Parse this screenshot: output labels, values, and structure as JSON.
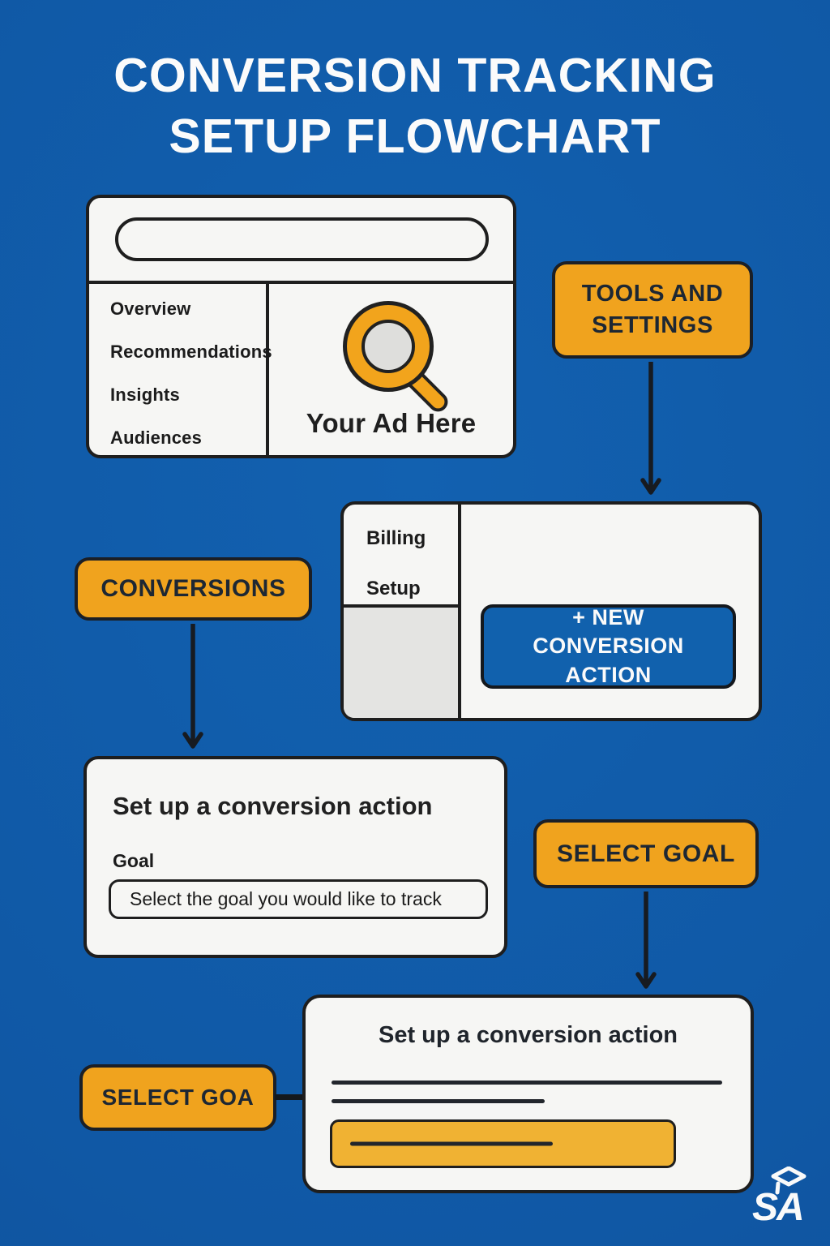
{
  "title": {
    "line1": "CONVERSION TRACKING",
    "line2": "SETUP FLOWCHART"
  },
  "browser_card": {
    "menu": [
      "Overview",
      "Recommendations",
      "Insights",
      "Audiences"
    ],
    "ad_text": "Your Ad Here"
  },
  "badges": {
    "tools_and_settings": "TOOLS AND SETTINGS",
    "conversions": "CONVERSIONS",
    "select_goal": "SELECT GOAL",
    "select_goal_partial": "SELECT GOA"
  },
  "conversions_card": {
    "menu": [
      "Billing",
      "Setup"
    ],
    "new_action_button": "+ NEW CONVERSION ACTION"
  },
  "goal_card": {
    "heading": "Set up a conversion action",
    "goal_label": "Goal",
    "goal_select_text": "Select the goal you would like to track"
  },
  "final_card": {
    "heading": "Set up a conversion action"
  },
  "logo": {
    "text": "SA"
  },
  "colors": {
    "background_blue": "#1058A5",
    "accent_orange": "#F0A31E",
    "highlight_orange": "#F0B233",
    "button_blue": "#1161AD",
    "card_bg": "#F6F6F4",
    "outline_dark": "#1E1E1E",
    "badge_text": "#1D2733",
    "title_white": "#FBFBFB"
  }
}
